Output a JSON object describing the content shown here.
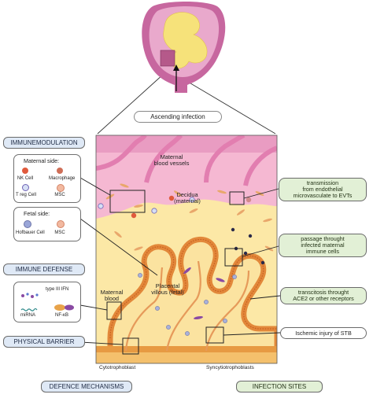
{
  "top": {
    "ascending_infection": "Ascending infection"
  },
  "left": {
    "immunemodulation": "IMMUNEMODULATION",
    "maternal_side": {
      "heading": "Maternal side:",
      "cells": [
        "NK Cell",
        "Macrophage",
        "T reg Cell",
        "MSC"
      ]
    },
    "fetal_side": {
      "heading": "Fetal side:",
      "cells": [
        "Hofbauer Cell",
        "MSC"
      ]
    },
    "immune_defense": "IMMUNE DEFENSE",
    "defense_items": [
      "type III IFN",
      "miRNA",
      "NF-κB"
    ],
    "physical_barrier": "PHYSICAL BARRIER",
    "defence_mechanisms": "DEFENCE MECHANISMS"
  },
  "diagram": {
    "maternal_blood_vessels": "Maternal\nblood vessels",
    "decidua": "Decidua\n(maternal)",
    "placental_villous": "Placental\nvillous (fetal)",
    "maternal_blood": "Maternal\nblood",
    "cytotrophoblast": "Cytotrophoblast",
    "syncytiotrophoblasts": "Syncytiotrophoblasts"
  },
  "right": {
    "transmission": "transmission\nfrom endothelial\nmicrovasculate to EVTs",
    "passage": "passage throught\ninfected maternal\nimmune cells",
    "transcitosis": "transcitosis throught\nACE2 or other receptors",
    "ischemic": "Ischemic injury of STB",
    "infection_sites": "INFECTION SITES"
  },
  "colors": {
    "uterus": "#c7679f",
    "fetus": "#f6e27a",
    "decidua_pink": "#f5b8d2",
    "villous_yellow": "#fbe7a0",
    "villous_outline": "#e2883a",
    "vessel_pink": "#e58bb5",
    "blue_label": "#dfe9f6",
    "green_label": "#e2f0d6"
  }
}
